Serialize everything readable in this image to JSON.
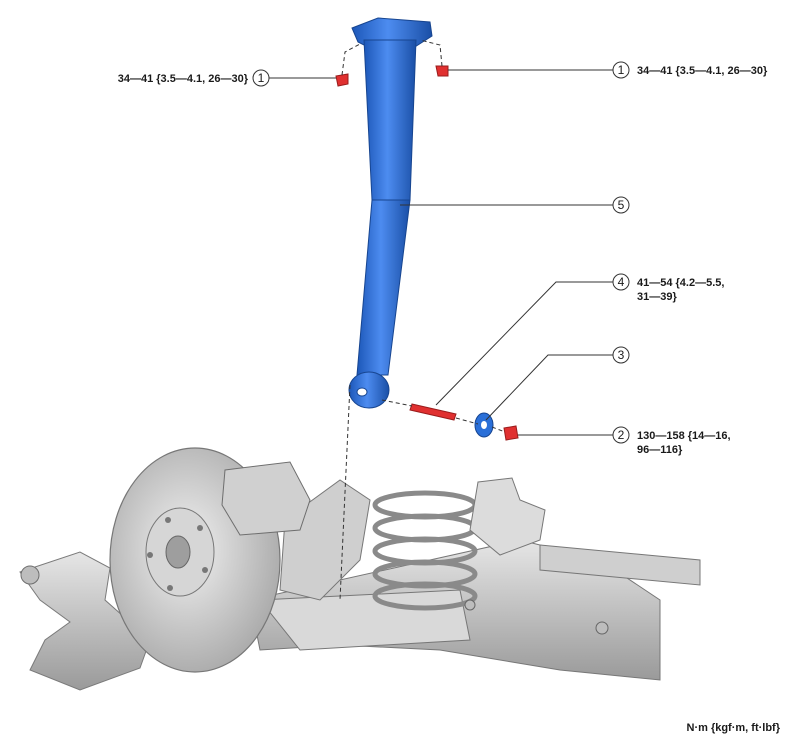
{
  "callouts": [
    {
      "number": "1",
      "torque": "34—41 {3.5—4.1, 26—30}"
    },
    {
      "number": "1",
      "torque": "34—41 {3.5—4.1, 26—30}"
    },
    {
      "number": "5",
      "torque": ""
    },
    {
      "number": "4",
      "torque_line1": "41—54 {4.2—5.5,",
      "torque_line2": "31—39}"
    },
    {
      "number": "3",
      "torque": ""
    },
    {
      "number": "2",
      "torque_line1": "130—158 {14—16,",
      "torque_line2": "96—116}"
    }
  ],
  "units_note": "N·m {kgf·m, ft·lbf}",
  "colors": {
    "shock_absorber": "#2a6fd8",
    "bolts_nuts": "#e03030",
    "washer": "#2a6fd8",
    "suspension_parts": "#c8c8c8",
    "leader_lines": "#333333"
  }
}
